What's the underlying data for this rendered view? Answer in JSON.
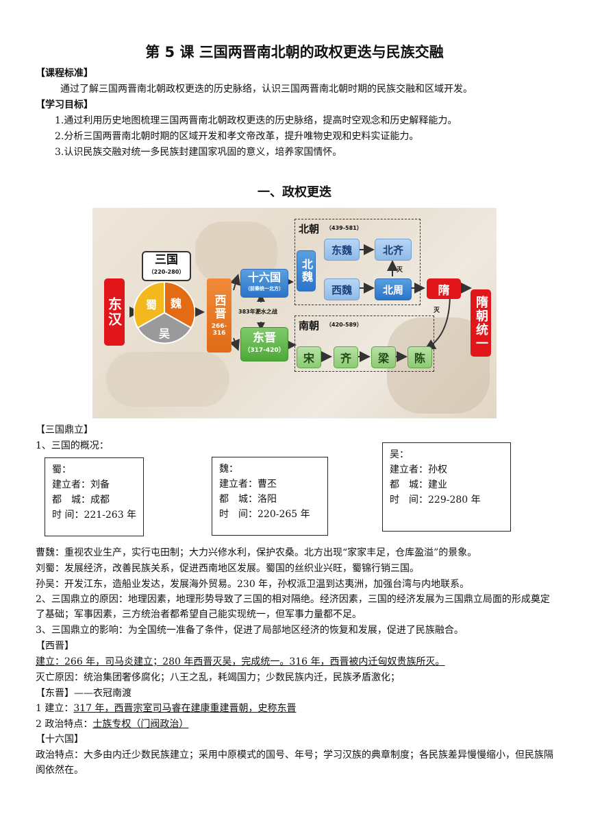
{
  "title": "第 5 课  三国两晋南北朝的政权更迭与民族交融",
  "standard": {
    "heading": "【课程标准】",
    "text": "通过了解三国两晋南北朝政权更迭的历史脉络，认识三国两晋南北朝时期的民族交融和区域开发。"
  },
  "goals": {
    "heading": "【学习目标】",
    "items": [
      "1.通过利用历史地图梳理三国两晋南北朝政权更迭的历史脉络，提高时空观念和历史解释能力。",
      "2.分析三国两晋南北朝时期的区域开发和孝文帝改革，提升唯物史观和史料实证能力。",
      "3.认识民族交融对统一多民族封建国家巩固的意义，培养家国情怀。"
    ]
  },
  "section_title": "一、政权更迭",
  "diagram": {
    "donghan": "东汉",
    "sanguo": "三国",
    "sanguo_years": "（220-280）",
    "shu": "蜀",
    "wei": "魏",
    "wu": "吴",
    "xijin": "西晋",
    "xijin_years": "266-316",
    "shiliuguo": "十六国",
    "shiliuguo_sub": "（前秦统一北方）",
    "feishui": "383年淝水之战",
    "dongjin": "东晋",
    "dongjin_years": "（317-420）",
    "beichao": "北朝",
    "beichao_years": "（439-581）",
    "beiwei": "北魏",
    "dongwei": "东魏",
    "xiwei": "西魏",
    "beiqi": "北齐",
    "beizhou": "北周",
    "mie1": "灭",
    "mie2": "灭",
    "nanchao": "南朝",
    "nanchao_years": "（420-589）",
    "song": "宋",
    "qi": "齐",
    "liang": "梁",
    "chen": "陈",
    "sui": "隋",
    "sui_unify": "隋朝统一"
  },
  "sanguo_heading": "【三国鼎立】",
  "overview_label": "1、三国的概况：",
  "kingdoms": [
    {
      "name": "蜀：",
      "founder": "建立者：刘备",
      "capital": "都　城：成都",
      "time": "时  间：221-263 年"
    },
    {
      "name": "魏：",
      "founder": "建立者：曹丕",
      "capital": "都　城：洛阳",
      "time": "时　间：220-265 年"
    },
    {
      "name": "吴：",
      "founder": "建立者：孙权",
      "capital": "都　城：建业",
      "time": "时　间：229-280 年"
    }
  ],
  "paras": [
    "曹魏：重视农业生产，实行屯田制；大力兴修水利，保护农桑。北方出现“家家丰足，仓库盈溢”的景象。",
    "刘蜀：发展经济，改善民族关系，促进西南地区发展。蜀国的丝织业兴旺，蜀锦行销三国。",
    "孙吴：开发江东，造船业发达，发展海外贸易。230 年，孙权派卫温到达夷洲，加强台湾与内地联系。",
    "2、三国鼎立的原因：地理因素，地理形势导致了三国的相对隔绝。经济因素，三国的经济发展为三国鼎立局面的形成奠定了基础；军事因素，三方统治者都希望自己能实现统一，但军事力量都不足。",
    "3、三国鼎立的影响：为全国统一准备了条件，促进了局部地区经济的恢复和发展，促进了民族融合。"
  ],
  "xijin_heading": "【西晋】",
  "xijin_founding": "建立：266 年，司马炎建立；280 年西晋灭吴，完成统一。316 年，西晋被内迁匈奴贵族所灭。",
  "xijin_fall": "灭亡原因：统治集团奢侈腐化；八王之乱，耗竭国力；少数民族内迁，民族矛盾激化；",
  "dongjin_heading": "【东晋】——衣冠南渡",
  "dongjin_1_prefix": "1 建立：",
  "dongjin_1": "317 年，西晋宗室司马睿在建康重建晋朝，史称东晋",
  "dongjin_2_prefix": "2 政治特点：",
  "dongjin_2": "士族专权（门阀政治）",
  "sixteen_heading": "【十六国】",
  "sixteen_text": "政治特点：大多由内迁少数民族建立；采用中原模式的国号、年号；学习汉族的典章制度；各民族差异慢慢缩小，但民族隔阂依然在。"
}
